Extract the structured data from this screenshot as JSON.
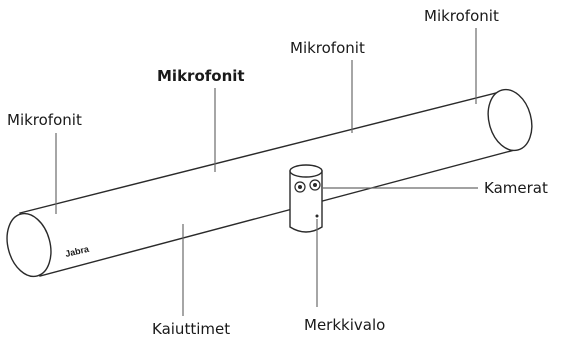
{
  "labels": {
    "mic_top_right": "Mikrofonit",
    "mic_mid": "Mikrofonit",
    "mic_bold": "Mikrofonit",
    "mic_left": "Mikrofonit",
    "cameras": "Kamerat",
    "speakers": "Kaiuttimet",
    "indicator": "Merkkivalo"
  },
  "device": {
    "brand": "Jabra"
  }
}
